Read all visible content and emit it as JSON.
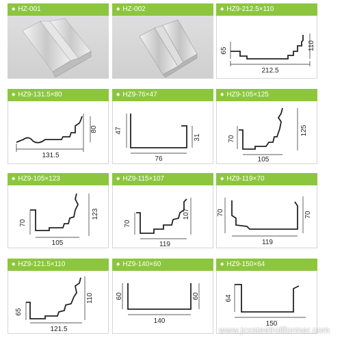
{
  "cards": [
    {
      "title": "HZ-001"
    },
    {
      "title": "HZ-002"
    },
    {
      "title": "HZ9-212.5×110",
      "dims": [
        "65",
        "110",
        "212.5"
      ]
    },
    {
      "title": "HZ9-131.5×80",
      "dims": [
        "80",
        "131.5"
      ]
    },
    {
      "title": "HZ9-76×47",
      "dims": [
        "47",
        "31",
        "76"
      ]
    },
    {
      "title": "HZ9-105×125",
      "dims": [
        "70",
        "125",
        "105"
      ]
    },
    {
      "title": "HZ9-105×123",
      "dims": [
        "70",
        "123",
        "105"
      ]
    },
    {
      "title": "HZ9-115×107",
      "dims": [
        "70",
        "107",
        "119"
      ]
    },
    {
      "title": "HZ9-119×70",
      "dims": [
        "70",
        "70",
        "119"
      ]
    },
    {
      "title": "HZ9-121.5×110",
      "dims": [
        "65",
        "110",
        "121.5"
      ]
    },
    {
      "title": "HZ9-140×60",
      "dims": [
        "60",
        "60",
        "140"
      ]
    },
    {
      "title": "HZ9-150×64",
      "dims": [
        "64",
        "150"
      ]
    }
  ],
  "watermark": "www.jcxsteelrollformer.com",
  "colors": {
    "header": "#8cc63f"
  }
}
